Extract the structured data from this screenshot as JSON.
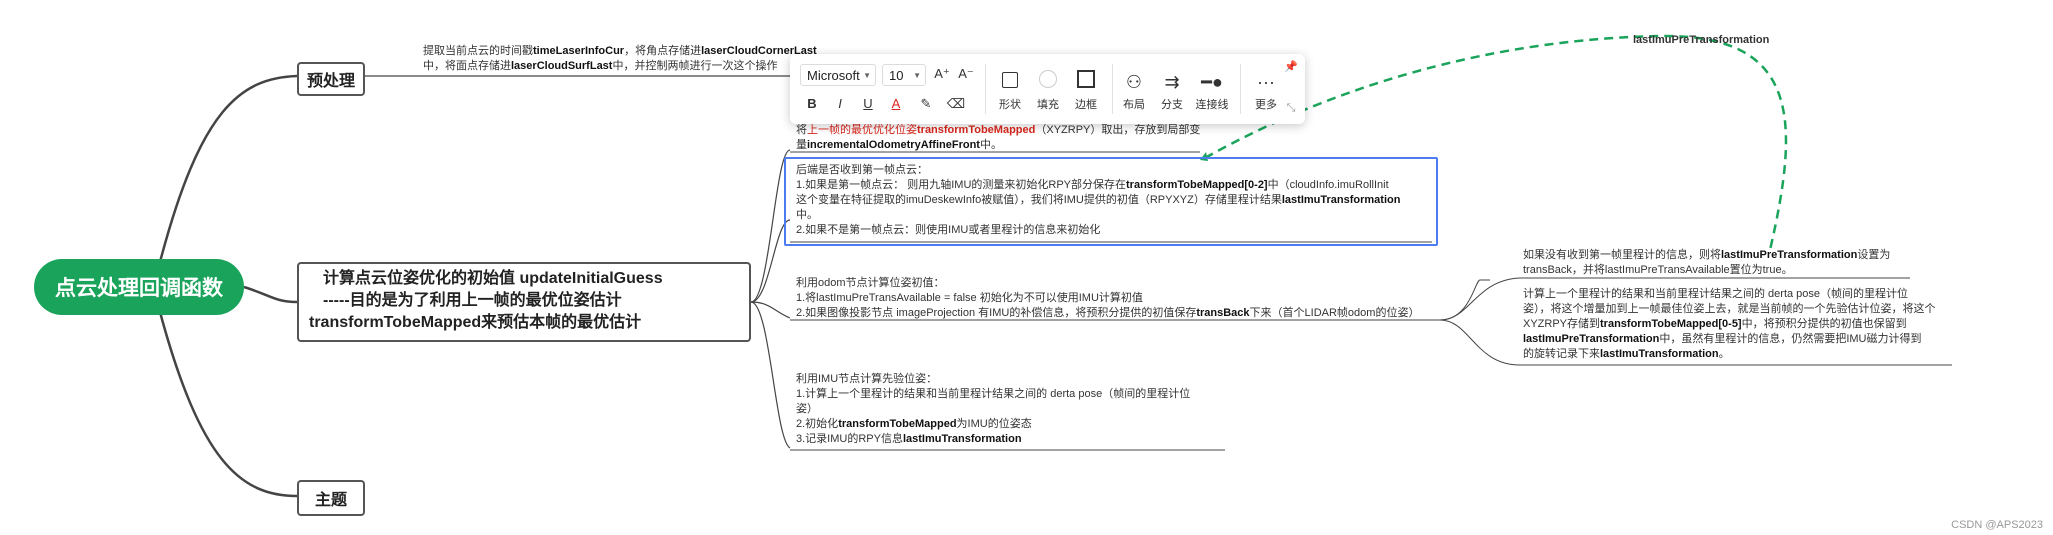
{
  "root": {
    "label": "点云处理回调函数"
  },
  "branches": {
    "preprocess": {
      "label": "预处理"
    },
    "initial_guess": {
      "line1": "计算点云位姿优化的初始值 updateInitialGuess",
      "line2": "-----目的是为了利用上一帧的最优位姿估计",
      "line3": "transformTobeMapped来预估本帧的最优估计"
    },
    "topic": {
      "label": "主题"
    }
  },
  "notes": {
    "preprocess_a1": "提取当前点云的时间戳",
    "preprocess_a2": "timeLaserInfoCur",
    "preprocess_a3": "，将角点存储进",
    "preprocess_a4": "laserCloudCornerLast",
    "preprocess_b1": "中，将面点存储进",
    "preprocess_b2": "laserCloudSurfLast",
    "preprocess_b3": "中，并控制两帧进行一次这个操作",
    "prev_a1": "将",
    "prev_a2": "上一帧的最优优化位姿",
    "prev_a3": "transformTobeMapped",
    "prev_a4": "（XYZRPY）取出，存放到局部变",
    "prev_b1": "量",
    "prev_b2": "incrementalOdometryAffineFront",
    "prev_b3": "中。",
    "first_t": "后端是否收到第一帧点云：",
    "first_1a": "1.如果是第一帧点云：  则用九轴IMU的测量来初始化RPY部分保存在",
    "first_1b": "transformTobeMapped[0-2]",
    "first_1c": "中（cloudInfo.imuRollInit",
    "first_2a": "这个变量在特征提取的imuDeskewInfo被赋值），我们将IMU提供的初值（RPYXYZ）存储里程计结果",
    "first_2b": "lastImuTransformation",
    "first_3": "中。",
    "first_4": "2.如果不是第一帧点云：则使用IMU或者里程计的信息来初始化",
    "odom_t": "利用odom节点计算位姿初值：",
    "odom_1": "1.将lastImuPreTransAvailable = false 初始化为不可以使用IMU计算初值",
    "odom_2a": "2.如果图像投影节点 imageProjection 有IMU的补偿信息，将预积分提供的初值保存",
    "odom_2b": "transBack",
    "odom_2c": "下来（首个LIDAR帧odom的位姿）",
    "imu_t": "利用IMU节点计算先验位姿：",
    "imu_1": "1.计算上一个里程计的结果和当前里程计结果之间的 derta pose（帧间的里程计位",
    "imu_2": "姿）",
    "imu_3a": "2.初始化",
    "imu_3b": "transformTobeMapped",
    "imu_3c": "为IMU的位姿态",
    "imu_4a": "3.记录IMU的RPY信息",
    "imu_4b": "lastImuTransformation",
    "r1_a1": "如果没有收到第一帧里程计的信息，则将",
    "r1_a2": "lastImuPreTransformation",
    "r1_a3": "设置为",
    "r1_b": "transBack，并将lastImuPreTransAvailable置位为true。",
    "r2_1": "计算上一个里程计的结果和当前里程计结果之间的 derta pose（帧间的里程计位",
    "r2_2": "姿），将这个增量加到上一帧最佳位姿上去，就是当前帧的一个先验估计位姿，将这个",
    "r2_3a": "XYZRPY存储到",
    "r2_3b": "transformTobeMapped[0-5]",
    "r2_3c": "中，将预积分提供的初值也保留到",
    "r2_4a": "lastImuPreTransformation",
    "r2_4b": "中，虽然有里程计的信息，仍然需要把IMU磁力计得到",
    "r2_5a": "的旋转记录下来",
    "r2_5b": "lastImuTransformation",
    "r2_5c": "。",
    "float_label": "lastImuPreTransformation"
  },
  "toolbar": {
    "font_name": "Microsoft",
    "font_size": "10",
    "grow": "A⁺",
    "shrink": "A⁻",
    "bold": "B",
    "italic": "I",
    "underline": "U",
    "font_color": "A",
    "highlight": "✎",
    "clear": "⌫",
    "shape_label": "形状",
    "fill_label": "填充",
    "border_label": "边框",
    "layout_label": "布局",
    "branch_label": "分支",
    "connector_label": "连接线",
    "more_label": "更多",
    "more_glyph": "···"
  },
  "watermark": "CSDN @APS2023",
  "colors": {
    "root": "#1aa35a",
    "accent_red": "#d9261c",
    "selection": "#4c7cf0",
    "connector_dash": "#1aa35a"
  }
}
